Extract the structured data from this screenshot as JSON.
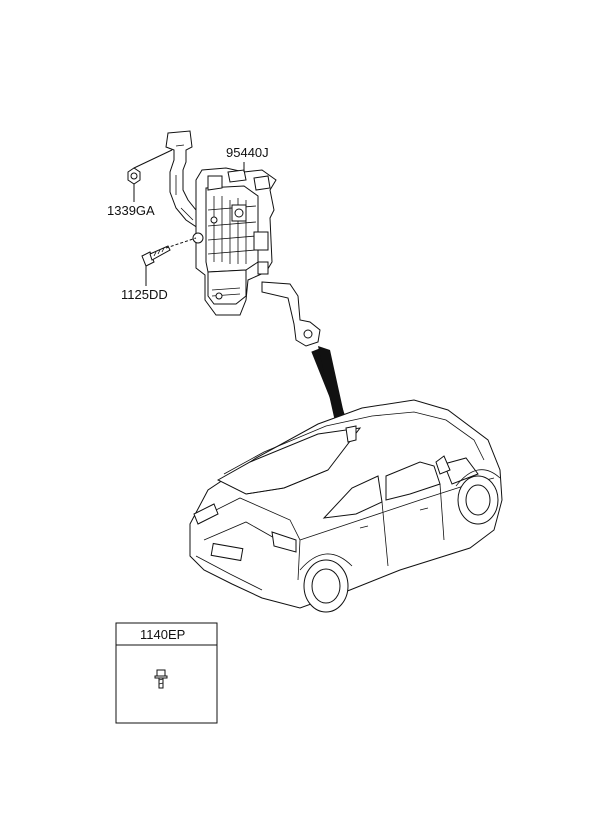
{
  "parts": {
    "module": "95440J",
    "nut": "1339GA",
    "bolt": "1125DD",
    "clip": "1140EP"
  }
}
